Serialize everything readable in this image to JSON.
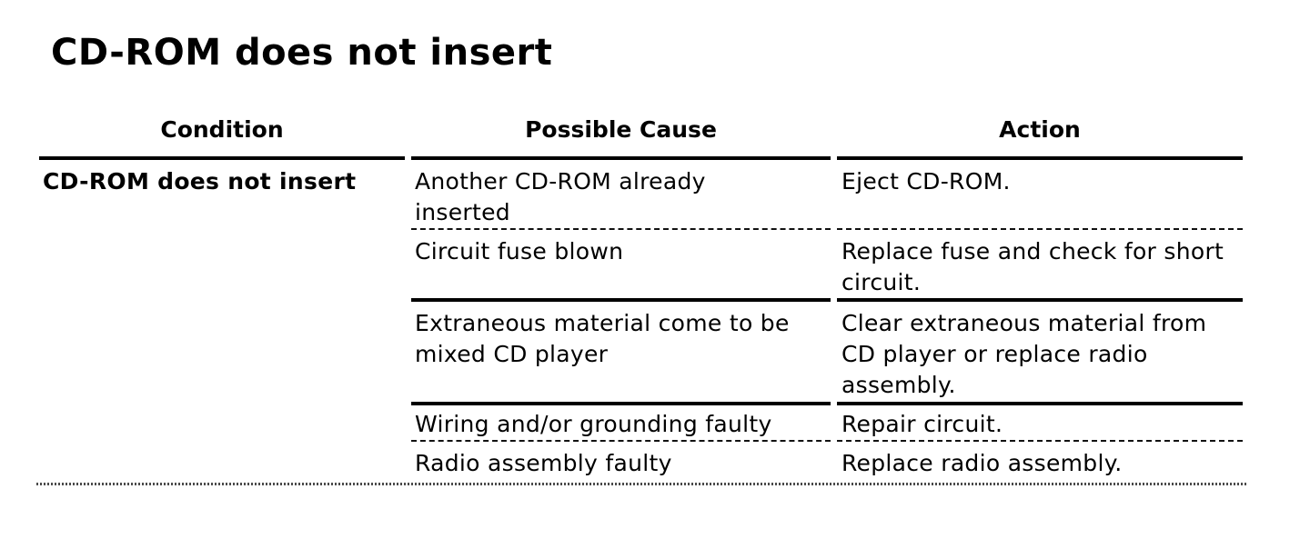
{
  "page": {
    "title": "CD-ROM does not insert",
    "background_color": "#ffffff",
    "ink_color": "#000000"
  },
  "table": {
    "columns": [
      "Condition",
      "Possible Cause",
      "Action"
    ],
    "condition": "CD-ROM does not insert",
    "rows": [
      {
        "cause": "Another CD-ROM already\ninserted",
        "action": "Eject CD-ROM."
      },
      {
        "cause": "Circuit fuse blown",
        "action": "Replace fuse and check for short\ncircuit."
      },
      {
        "cause": "Extraneous material come to be\nmixed CD player",
        "action": "Clear extraneous material from\nCD player or replace radio\nassembly."
      },
      {
        "cause": "Wiring and/or grounding faulty",
        "action": "Repair circuit."
      },
      {
        "cause": "Radio assembly faulty",
        "action": "Replace radio assembly."
      }
    ]
  }
}
